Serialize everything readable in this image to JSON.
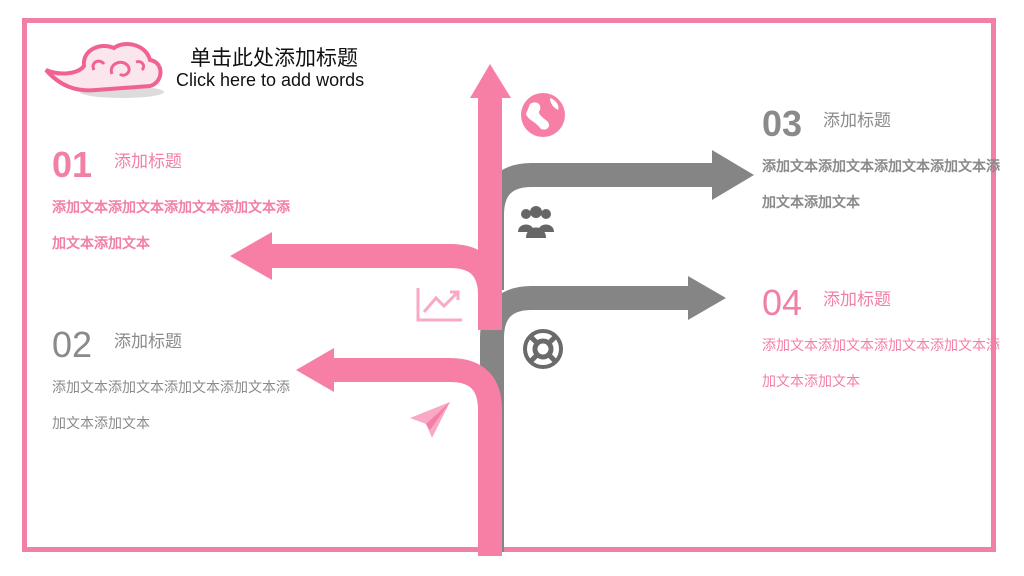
{
  "header": {
    "title_cn": "单击此处添加标题",
    "title_en": "Click here to add words"
  },
  "items": [
    {
      "num": "01",
      "title": "添加标题",
      "text": "添加文本添加文本添加文本添加文本添加文本添加文本"
    },
    {
      "num": "02",
      "title": "添加标题",
      "text": "添加文本添加文本添加文本添加文本添加文本添加文本"
    },
    {
      "num": "03",
      "title": "添加标题",
      "text": "添加文本添加文本添加文本添加文本添加文本添加文本"
    },
    {
      "num": "04",
      "title": "添加标题",
      "text": "添加文本添加文本添加文本添加文本添加文本添加文本"
    }
  ],
  "icons": [
    "globe-icon",
    "people-icon",
    "trend-chart-icon",
    "lifebuoy-icon",
    "paper-plane-icon",
    "cloud-icon"
  ],
  "colors": {
    "pink": "#f27fa8",
    "grey": "#858585",
    "border": "#f27fa8"
  }
}
